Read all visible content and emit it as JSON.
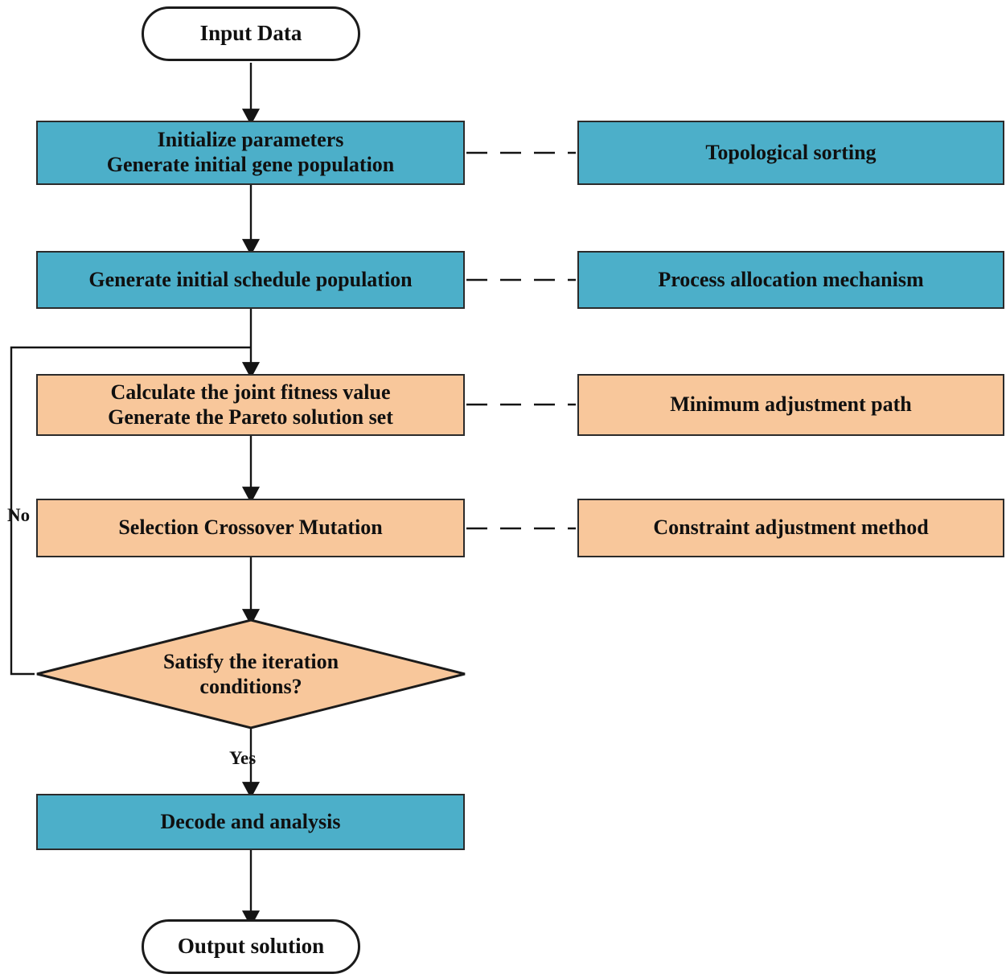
{
  "diagram": {
    "title": "Multi-objective genetic algorithm scheduling flowchart",
    "colors": {
      "teal": "#4cafc9",
      "peach": "#f8c79b",
      "stroke": "#2b2b2b",
      "text": "#101010",
      "background": "#ffffff"
    },
    "nodes": {
      "input": {
        "label": "Input Data",
        "shape": "terminal"
      },
      "initialize": {
        "label": "Initialize parameters\nGenerate initial gene population",
        "shape": "process",
        "fill": "teal"
      },
      "topological": {
        "label": "Topological sorting",
        "shape": "process",
        "fill": "teal"
      },
      "schedule": {
        "label": "Generate initial schedule population",
        "shape": "process",
        "fill": "teal"
      },
      "allocation": {
        "label": "Process allocation mechanism",
        "shape": "process",
        "fill": "teal"
      },
      "fitness": {
        "label": "Calculate the joint fitness value\nGenerate the Pareto solution set",
        "shape": "process",
        "fill": "peach"
      },
      "minpath": {
        "label": "Minimum adjustment path",
        "shape": "process",
        "fill": "peach"
      },
      "operators": {
        "label": "Selection Crossover Mutation",
        "shape": "process",
        "fill": "peach"
      },
      "constraint": {
        "label": "Constraint adjustment method",
        "shape": "process",
        "fill": "peach"
      },
      "decision": {
        "label": "Satisfy the iteration\nconditions?",
        "shape": "diamond",
        "fill": "peach"
      },
      "decode": {
        "label": "Decode and analysis",
        "shape": "process",
        "fill": "teal"
      },
      "output": {
        "label": "Output solution",
        "shape": "terminal"
      }
    },
    "edge_labels": {
      "no": "No",
      "yes": "Yes"
    }
  }
}
